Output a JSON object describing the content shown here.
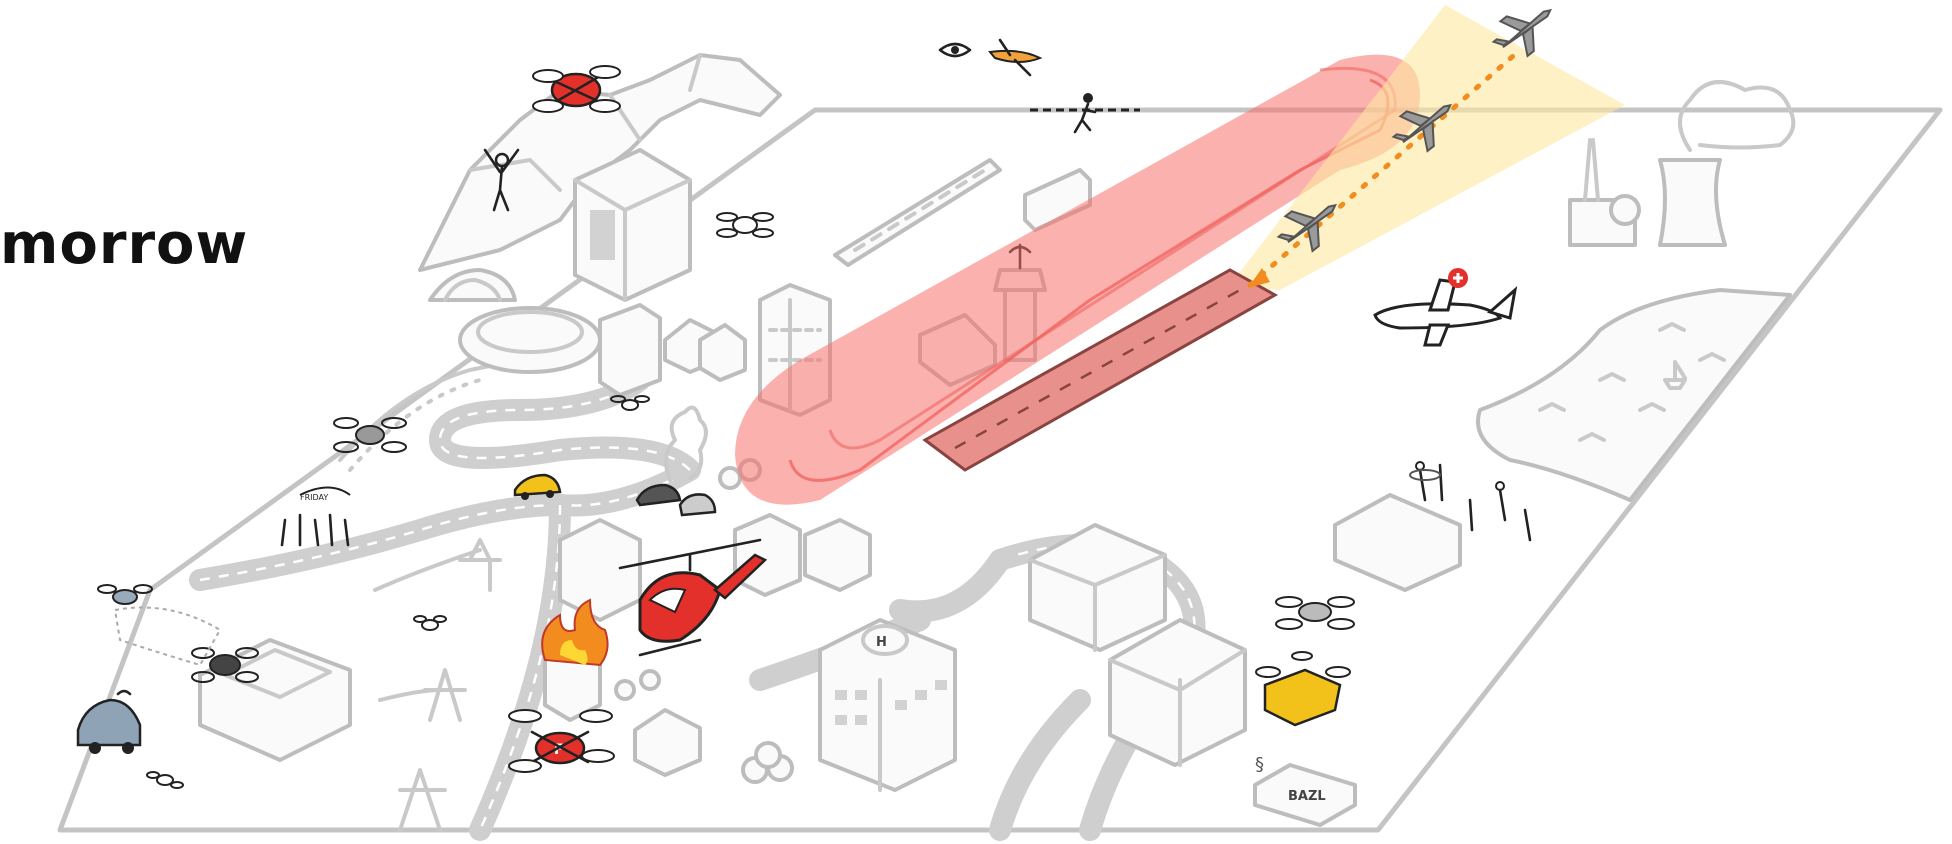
{
  "heading": "morrow",
  "labels": {
    "bazl_sign": "BAZL",
    "drone_marker": "F",
    "stadium_banner": "FRIDAY"
  },
  "colors": {
    "background": "#ffffff",
    "map_outline": "#c4c4c4",
    "airspace_zone": "#f7716b",
    "approach_cone": "#fde8a0",
    "approach_path": "#f28c1e",
    "emergency_red": "#e3302b",
    "delivery_yellow": "#f2c21b"
  },
  "icons": [
    "red-quadcopter-icon",
    "eye-icon",
    "small-aircraft-icon",
    "hiker-icon",
    "waving-person-icon",
    "airliner-icon",
    "surveillance-drone-icon",
    "nuclear-plant-icon",
    "sailboat-icon",
    "helicopter-icon",
    "fire-icon",
    "delivery-drone-icon",
    "robot-vehicle-icon",
    "taxi-icon",
    "car-icon",
    "smoke-icon",
    "control-tower-icon",
    "heliport-icon",
    "power-pylon-icon",
    "swimmers-icon",
    "stadium-crowd-icon"
  ]
}
